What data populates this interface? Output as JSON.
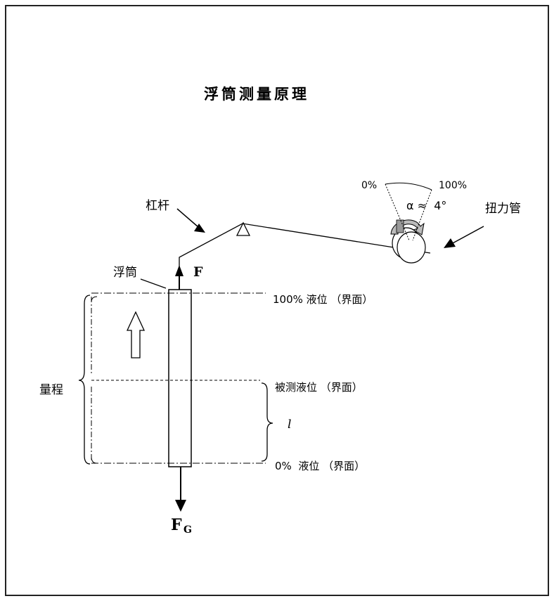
{
  "title": "浮筒测量原理",
  "labels": {
    "lever": "杠杆",
    "float": "浮筒",
    "torque_tube": "扭力管",
    "range": "量程",
    "force_up": "F",
    "force_gravity": "F",
    "force_gravity_sub": "G",
    "level_100": "100% 液位 （界面）",
    "level_measured": "被测液位 （界面）",
    "level_0": "0%  液位 （界面）",
    "length_symbol": "l",
    "scale_0": "0%",
    "scale_100": "100%",
    "angle": "α ≈  4°"
  },
  "colors": {
    "ink": "#000000",
    "frame": "#222222",
    "background": "#ffffff"
  }
}
